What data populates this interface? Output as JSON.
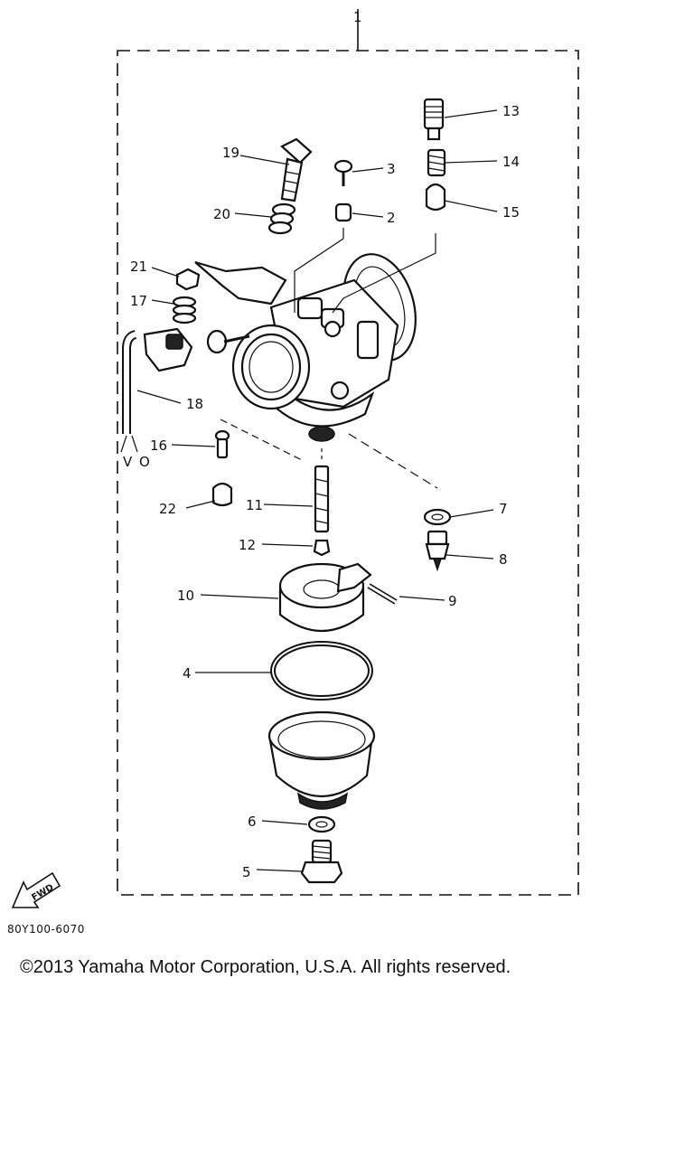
{
  "diagram": {
    "part_code": "80Y100-6070",
    "copyright": "©2013 Yamaha Motor Corporation, U.S.A. All rights reserved.",
    "fwd_label": "FWD",
    "letters_v": "V",
    "letters_o": "O",
    "callouts": [
      {
        "id": "1",
        "label": "1"
      },
      {
        "id": "2",
        "label": "2"
      },
      {
        "id": "3",
        "label": "3"
      },
      {
        "id": "4",
        "label": "4"
      },
      {
        "id": "5",
        "label": "5"
      },
      {
        "id": "6",
        "label": "6"
      },
      {
        "id": "7",
        "label": "7"
      },
      {
        "id": "8",
        "label": "8"
      },
      {
        "id": "9",
        "label": "9"
      },
      {
        "id": "10",
        "label": "10"
      },
      {
        "id": "11",
        "label": "11"
      },
      {
        "id": "12",
        "label": "12"
      },
      {
        "id": "13",
        "label": "13"
      },
      {
        "id": "14",
        "label": "14"
      },
      {
        "id": "15",
        "label": "15"
      },
      {
        "id": "16",
        "label": "16"
      },
      {
        "id": "17",
        "label": "17"
      },
      {
        "id": "18",
        "label": "18"
      },
      {
        "id": "19",
        "label": "19"
      },
      {
        "id": "20",
        "label": "20"
      },
      {
        "id": "21",
        "label": "21"
      },
      {
        "id": "22",
        "label": "22"
      }
    ]
  }
}
